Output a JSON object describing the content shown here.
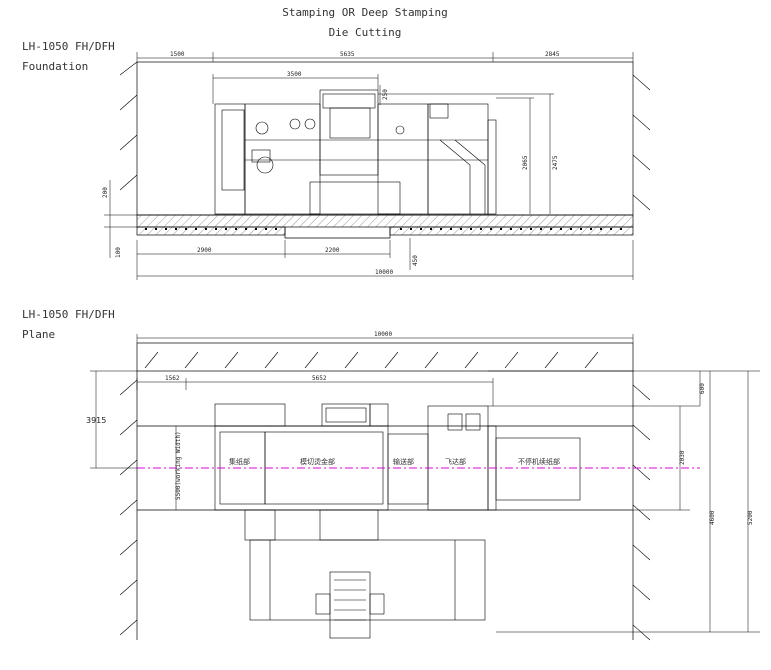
{
  "header": {
    "title_line1": "Stamping OR Deep Stamping",
    "title_line2": "Die Cutting"
  },
  "foundation": {
    "model": "LH-1050 FH/DFH",
    "view": "Foundation",
    "dims": {
      "top_left": "1500",
      "top_mid": "5635",
      "top_right": "2845",
      "inner": "3500",
      "small_a": "250",
      "h1": "2065",
      "h2": "2475",
      "left_v1": "200",
      "left_v2": "100",
      "bottom_a": "2900",
      "bottom_b": "2200",
      "bottom_c": "450",
      "total": "10000"
    }
  },
  "plane": {
    "model": "LH-1050 FH/DFH",
    "view": "Plane",
    "dims": {
      "total_width": "10000",
      "left_offset": "1562",
      "main_length": "5652",
      "left_height": "3915",
      "working_width": "5500(working Width)",
      "right_small": "600",
      "right_mid": "2030",
      "right_big": "4600",
      "right_total": "5200"
    },
    "sections": {
      "s1": "集纸部",
      "s2": "模切烫金部",
      "s3": "输送部",
      "s4": "飞达部",
      "s5": "不停机续纸部"
    }
  }
}
